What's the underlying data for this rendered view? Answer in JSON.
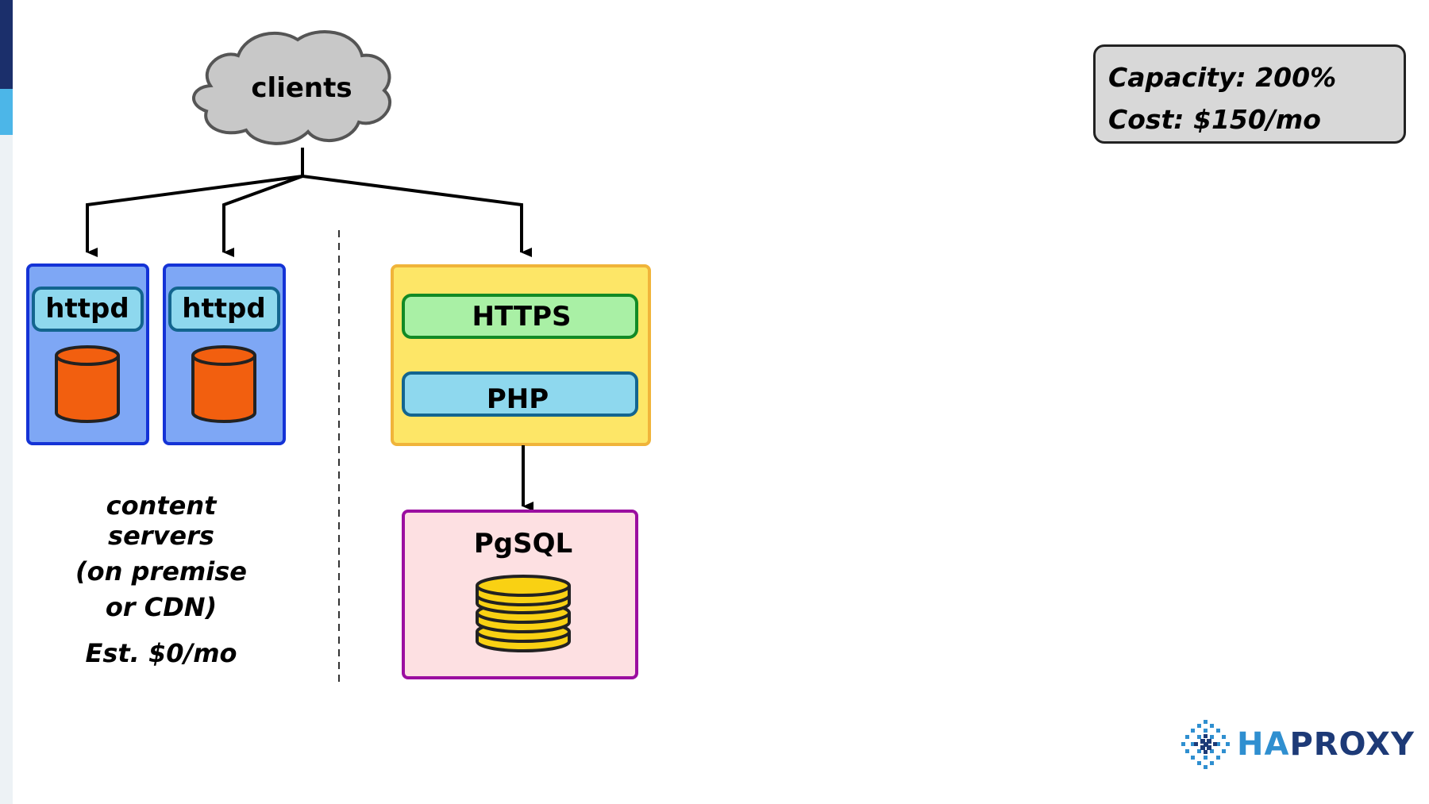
{
  "diagram": {
    "clients_label": "clients",
    "content_servers": {
      "server_label": "httpd",
      "note_lines": [
        "content",
        "servers",
        "(on premise",
        "or CDN)"
      ],
      "cost": "Est. $0/mo"
    },
    "app_server": {
      "https_label": "HTTPS",
      "php_label": "PHP"
    },
    "database": {
      "label": "PgSQL"
    }
  },
  "stats": {
    "capacity": "Capacity: 200%",
    "cost": "Cost: $150/mo"
  },
  "brand": {
    "prefix": "HA",
    "suffix": "PROXY"
  },
  "colors": {
    "content_box_fill": "#7ea7f5",
    "content_box_border": "#1433d6",
    "httpd_fill": "#8ed8ee",
    "cylinder_orange": "#f25f0f",
    "app_fill": "#fde667",
    "app_border": "#f0b43a",
    "https_fill": "#a9f0a5",
    "https_border": "#128a25",
    "php_fill": "#8ed8ee",
    "php_border": "#13658f",
    "db_fill": "#fde0e2",
    "db_border": "#9b0fa0",
    "db_disk": "#f9d113",
    "brand_blue": "#2f8fd0",
    "brand_navy": "#1d3a77"
  }
}
